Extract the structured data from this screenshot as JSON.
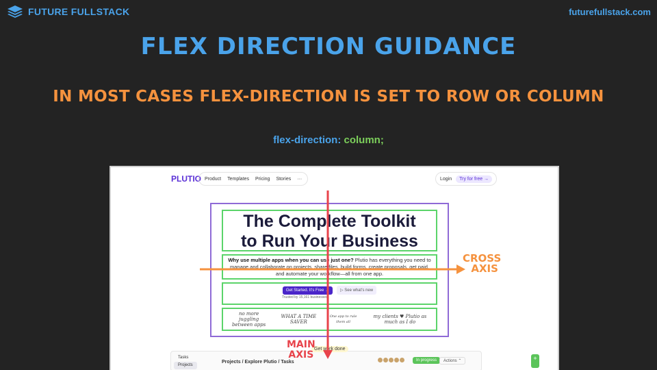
{
  "brand": {
    "name": "FUTURE FULLSTACK",
    "url": "futurefullstack.com"
  },
  "slide": {
    "title": "FLEX DIRECTION GUIDANCE",
    "subtitle": "IN MOST CASES FLEX-DIRECTION IS SET TO ROW OR COLUMN",
    "code_property": "flex-direction:",
    "code_value": "column;"
  },
  "screenshot": {
    "logo": "PLUTIO",
    "nav": [
      "Product",
      "Templates",
      "Pricing",
      "Stories",
      "···"
    ],
    "login": "Login",
    "try_free": "Try for free →",
    "headline_line1": "The Complete Toolkit",
    "headline_line2": "to Run Your Business",
    "desc_bold": "Why use multiple apps when you can use just one?",
    "desc_rest": " Plutio has everything you need to manage and collaborate on projects, share files, build forms, create proposals, get paid, and automate your workflow—all from one app.",
    "cta": "Get Started. It's Free →",
    "see": "▷ See what's new",
    "trusted": "Trusted by 15,161 businesses",
    "scribbles": [
      "no more juggling between apps",
      "WHAT A TIME SAVER",
      "One app to rule them all",
      "my clients ♥ Plutio as much as I do"
    ],
    "sidebar": [
      "Tasks",
      "Projects"
    ],
    "breadcrumb": "Projects / Explore Plutio / Tasks",
    "status": "In progress",
    "actions": "Actions ⌃",
    "get_work": "Get work done"
  },
  "annotations": {
    "cross_axis": [
      "CROSS",
      "AXIS"
    ],
    "main_axis": [
      "MAIN",
      "AXIS"
    ]
  },
  "colors": {
    "blue": "#4aa3ea",
    "orange": "#f5923e",
    "green": "#7ccf5b",
    "red": "#e8434b",
    "purple": "#8f6ad6"
  }
}
